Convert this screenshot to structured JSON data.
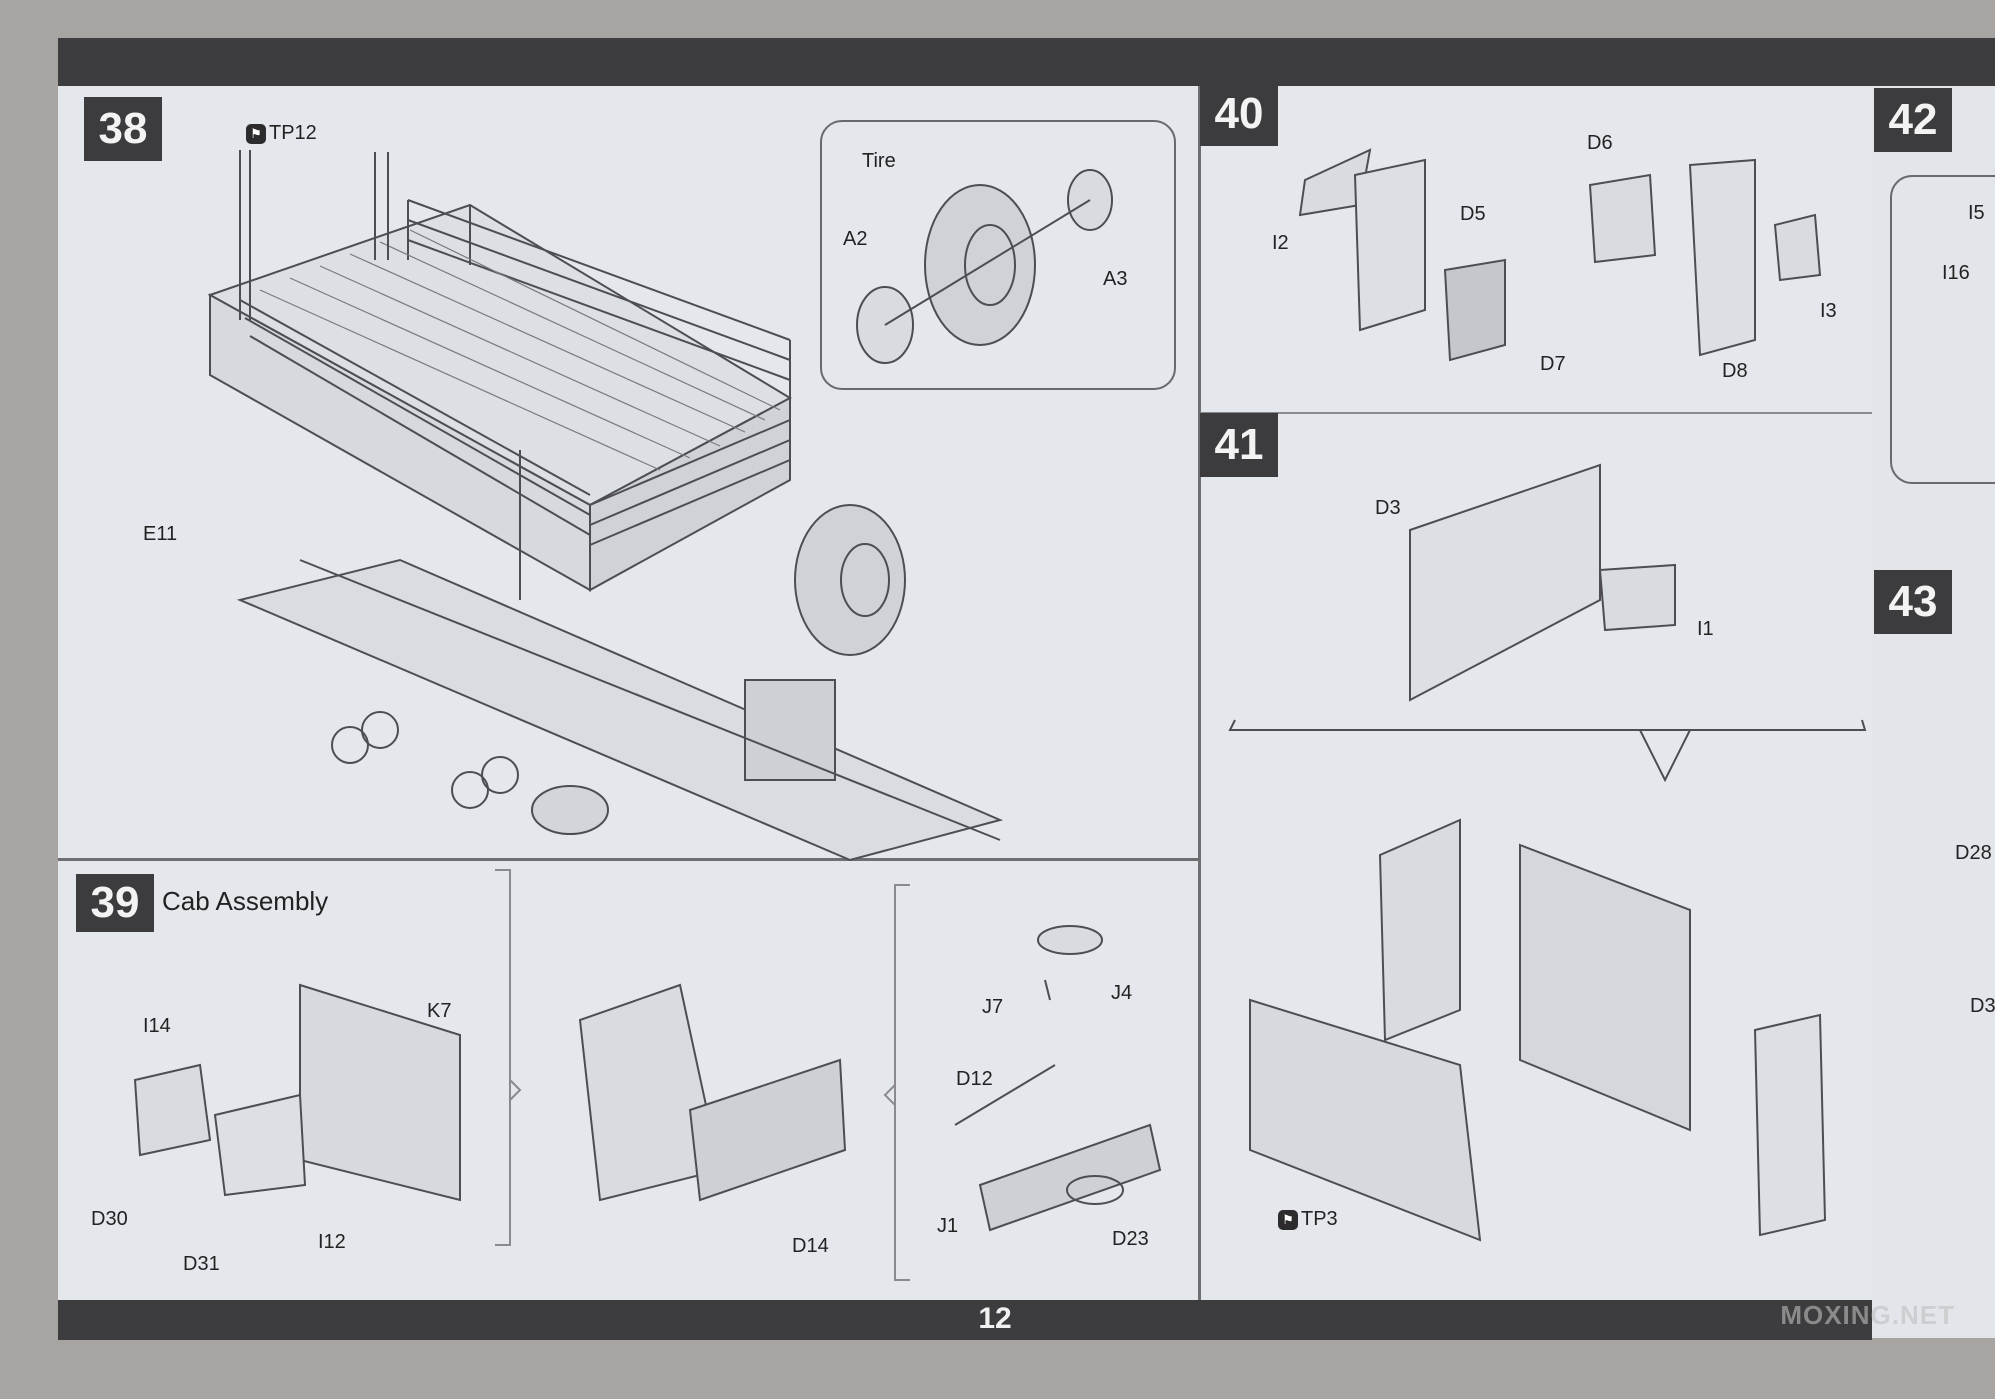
{
  "page_number": "12",
  "steps": {
    "s38": "38",
    "s39": "39",
    "s40": "40",
    "s41": "41",
    "s42": "42",
    "s43": "43"
  },
  "step39_title": "Cab Assembly",
  "labels": {
    "tp12": "TP12",
    "tire": "Tire",
    "a2": "A2",
    "a3": "A3",
    "e11": "E11",
    "i2": "I2",
    "d5": "D5",
    "d6": "D6",
    "d7": "D7",
    "d8": "D8",
    "i3": "I3",
    "d3": "D3",
    "i1": "I1",
    "i14": "I14",
    "k7": "K7",
    "d30": "D30",
    "d31": "D31",
    "i12": "I12",
    "d14": "D14",
    "j7": "J7",
    "j4": "J4",
    "d12": "D12",
    "j1": "J1",
    "d23": "D23",
    "tp3": "TP3",
    "i5": "I5",
    "i16": "I16",
    "d28": "D28",
    "d3_edge": "D3"
  },
  "watermark": "MOXING.NET",
  "colors": {
    "bar": "#3d3c3e",
    "page": "#e4e8ec",
    "ink": "#555558"
  }
}
